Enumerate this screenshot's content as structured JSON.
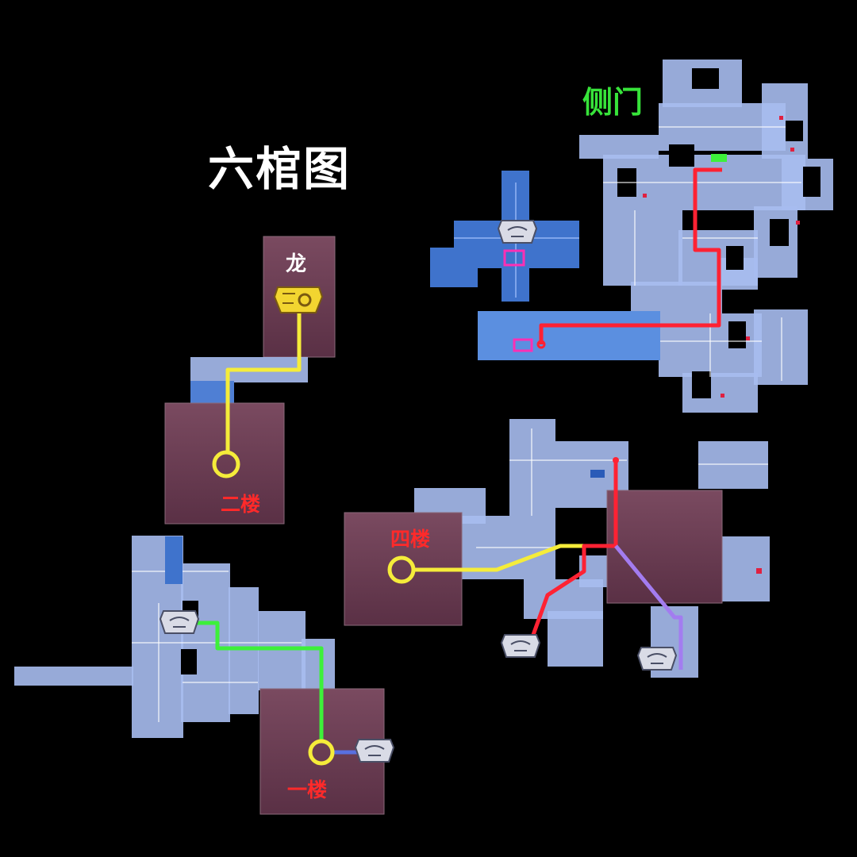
{
  "map": {
    "title": "六棺图",
    "labels": {
      "side_door": "侧门",
      "dragon": "龙",
      "floor_2": "二楼",
      "floor_4": "四楼",
      "floor_1": "一楼"
    },
    "colors": {
      "background": "#000000",
      "room_floor": "#a9bff0",
      "room_dark": "#3f6fc4",
      "boss_room": "#6b3d52",
      "route_red": "#ff2233",
      "route_yellow": "#f5ec3a",
      "route_green": "#3df03a",
      "route_purple": "#a37cf0",
      "route_blue": "#5870e0",
      "marker_pink": "#ff2fb4",
      "title_white": "#ffffff",
      "side_door_green": "#37e33a",
      "floor_label_red": "#ff2a2a"
    },
    "icons": [
      "coffin-icon",
      "dragon-coffin-icon",
      "floor-marker-icon"
    ]
  }
}
